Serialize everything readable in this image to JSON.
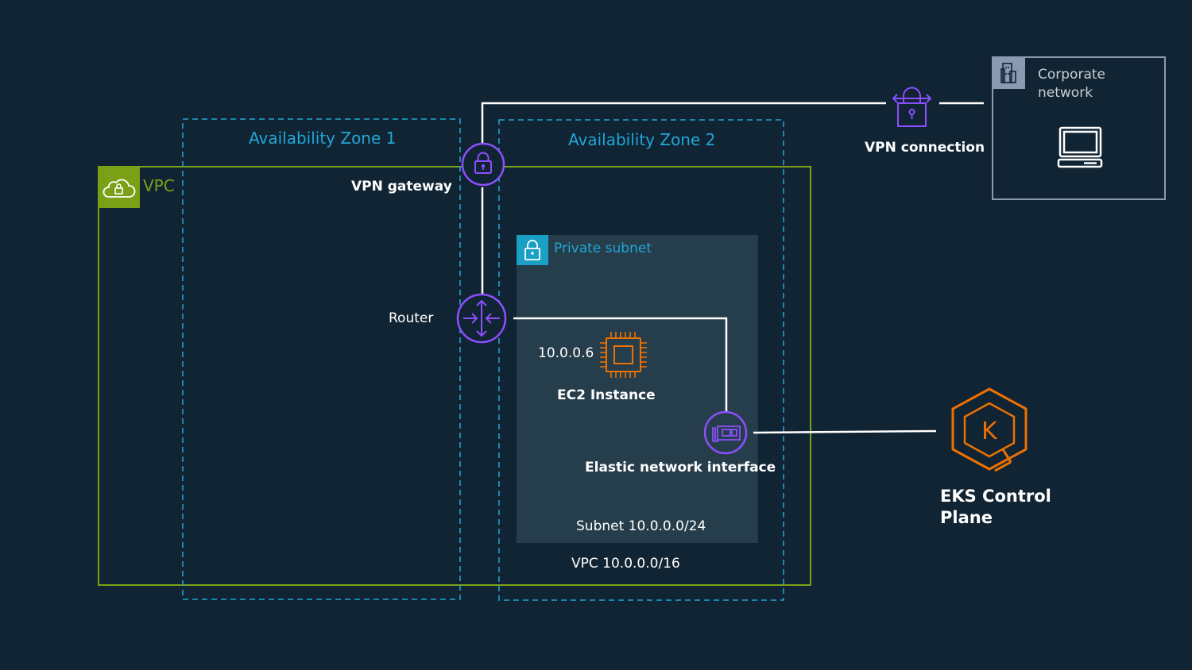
{
  "labels": {
    "az1": "Availability Zone 1",
    "az2": "Availability Zone 2",
    "vpc": "VPC",
    "vpn_gateway": "VPN gateway",
    "router": "Router",
    "private_subnet": "Private subnet",
    "ip": "10.0.0.6",
    "ec2": "EC2 Instance",
    "eni": "Elastic network interface",
    "subnet_cidr": "Subnet 10.0.0.0/24",
    "vpc_cidr": "VPC 10.0.0.0/16",
    "vpn_connection": "VPN connection",
    "corporate_line1": "Corporate",
    "corporate_line2": "network",
    "eks_line1": "EKS Control",
    "eks_line2": "Plane"
  },
  "colors": {
    "background": "#112433",
    "vpc": "#7aa116",
    "availability_zone": "#1fa7d8",
    "subnet_fill": "#263e4b",
    "networking": "#8c4fff",
    "compute": "#ed7100",
    "lines": "#ffffff",
    "corporate_border": "#8b9ab0"
  },
  "icons": {
    "vpc": "cloud-lock-icon",
    "vpn_gateway": "lock-icon",
    "router": "router-icon",
    "subnet": "lock-icon",
    "ec2": "chip-icon",
    "eni": "network-interface-icon",
    "vpn_connection": "vpn-connection-icon",
    "corporate": "building-icon",
    "client": "laptop-icon",
    "eks": "kubernetes-icon"
  }
}
